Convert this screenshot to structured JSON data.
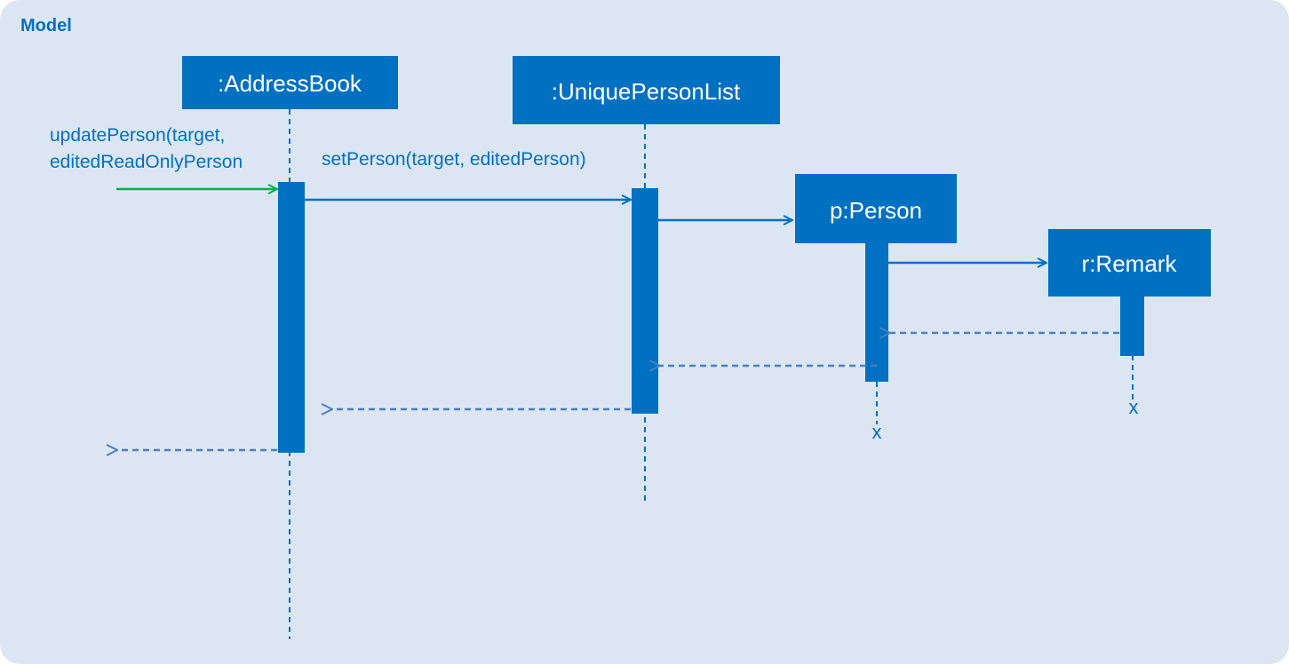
{
  "frame": {
    "title": "Model"
  },
  "participants": [
    {
      "id": "addressbook",
      "label": ":AddressBook"
    },
    {
      "id": "uniquepersonlist",
      "label": ":UniquePersonList"
    },
    {
      "id": "person",
      "label": "p:Person"
    },
    {
      "id": "remark",
      "label": "r:Remark"
    }
  ],
  "messages": [
    {
      "id": "update-person",
      "label_lines": [
        "updatePerson(target,",
        "editedReadOnlyPerson"
      ],
      "type": "call",
      "color": "#00b050"
    },
    {
      "id": "set-person",
      "label": "setPerson(target, editedPerson)",
      "type": "call"
    },
    {
      "id": "create-person",
      "type": "create"
    },
    {
      "id": "create-remark",
      "type": "create"
    },
    {
      "id": "return-remark",
      "type": "return"
    },
    {
      "id": "return-person",
      "type": "return"
    },
    {
      "id": "return-setperson",
      "type": "return"
    },
    {
      "id": "return-updateperson",
      "type": "return"
    }
  ],
  "destroy_marker": "x",
  "colors": {
    "background": "#dce6f2",
    "primary": "#0070c0",
    "return_line": "#4a7fc1",
    "incoming_call": "#00b050",
    "box_text": "#ffffff"
  }
}
